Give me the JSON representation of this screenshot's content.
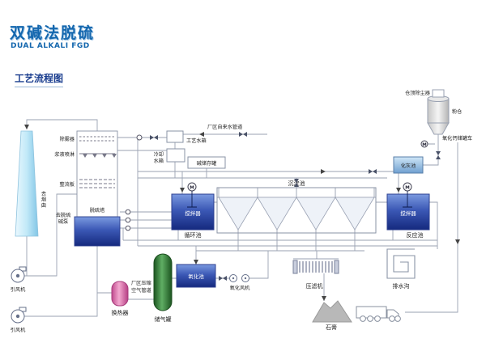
{
  "header": {
    "title": "双碱法脱硫",
    "subtitle": "DUAL ALKALI FGD",
    "section": "工艺流程图"
  },
  "colors": {
    "heading_blue": "#1467ae",
    "tank_blue": "#3b58b5",
    "chimney_blue": "#bfe7f6",
    "gas_tank_green": "#2f7d33",
    "heat_exchanger_pink": "#e06aac",
    "lime_pool_blue": "#9cc0e4",
    "pipe_gray": "#9aa2b2"
  },
  "labels": {
    "chimney": "去烟囱",
    "demister": "除雾器",
    "slurry_spray": "浆液喷淋",
    "rectifier_plate": "整流板",
    "tower": "脱硫塔",
    "to_pump_line1": "去脱硫",
    "to_pump_line2": "碱泵",
    "id_fan": "引风机",
    "process_water_tank": "工艺水箱",
    "tap_water_pipe": "厂区自来水管道",
    "cooling_tank_line1": "冷却",
    "cooling_tank_line2": "水箱",
    "alkali_storage_tank": "碱储存罐",
    "agitator": "搅拌器",
    "circulation_pool": "循环池",
    "sedimentation_pool": "沉淀池",
    "reaction_pool": "反应池",
    "oxidation_pool": "氧化池",
    "oxidation_fan": "氧化风机",
    "filter_press": "压滤机",
    "drain_ditch": "排水沟",
    "gypsum": "石膏",
    "silo_dust_collector": "仓顶除尘器",
    "powder_silo": "粉仓",
    "cao_tank_truck": "氧化钙储罐车",
    "lime_slaking_pool": "化灰池",
    "heat_exchanger": "换热器",
    "gas_tank": "储气罐",
    "compressed_air_line1": "厂区压缩",
    "compressed_air_line2": "空气管道",
    "motor": "M"
  }
}
